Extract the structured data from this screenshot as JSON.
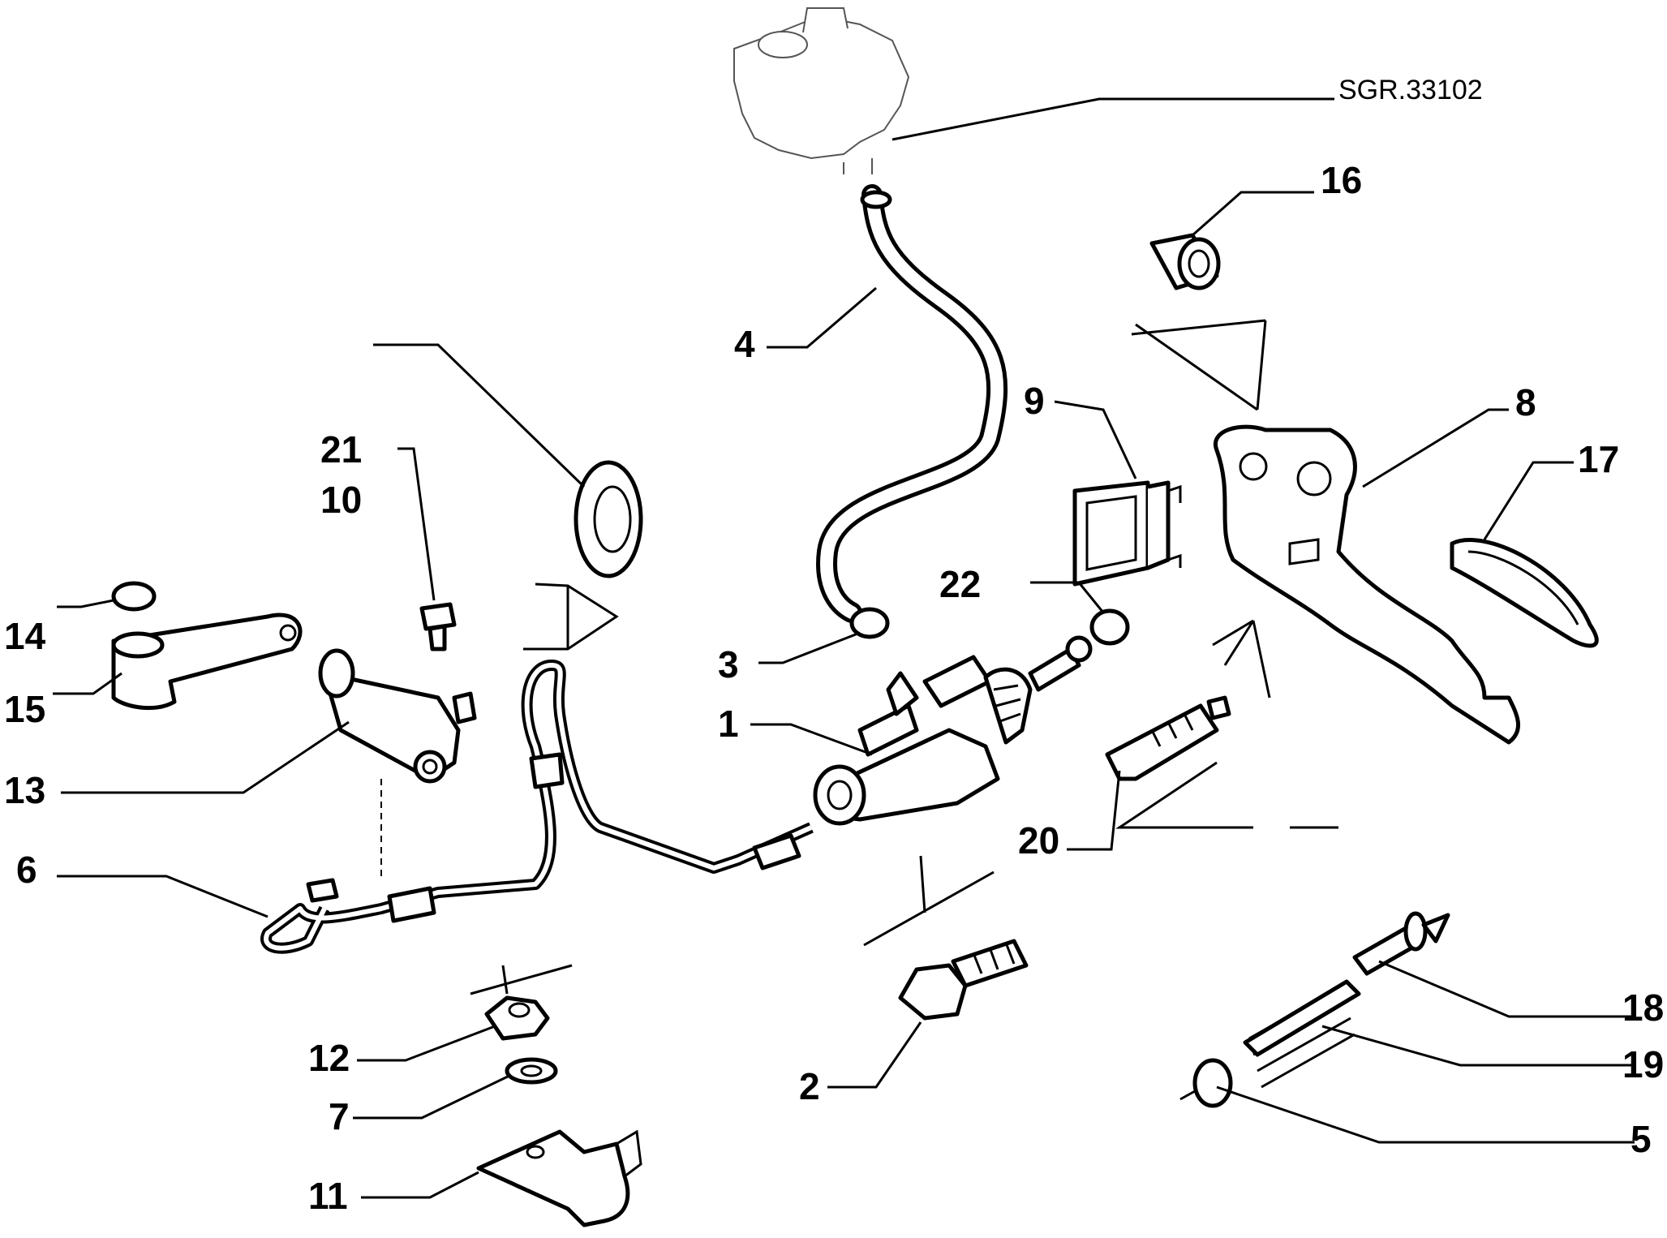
{
  "diagram": {
    "reference": "SGR.33102",
    "callouts": {
      "c1": "1",
      "c2": "2",
      "c3": "3",
      "c4": "4",
      "c5": "5",
      "c6": "6",
      "c7": "7",
      "c8": "8",
      "c9": "9",
      "c10": "10",
      "c11": "11",
      "c12": "12",
      "c13": "13",
      "c14": "14",
      "c15": "15",
      "c16": "16",
      "c17": "17",
      "c18": "18",
      "c19": "19",
      "c20": "20",
      "c21": "21",
      "c22": "22"
    }
  }
}
